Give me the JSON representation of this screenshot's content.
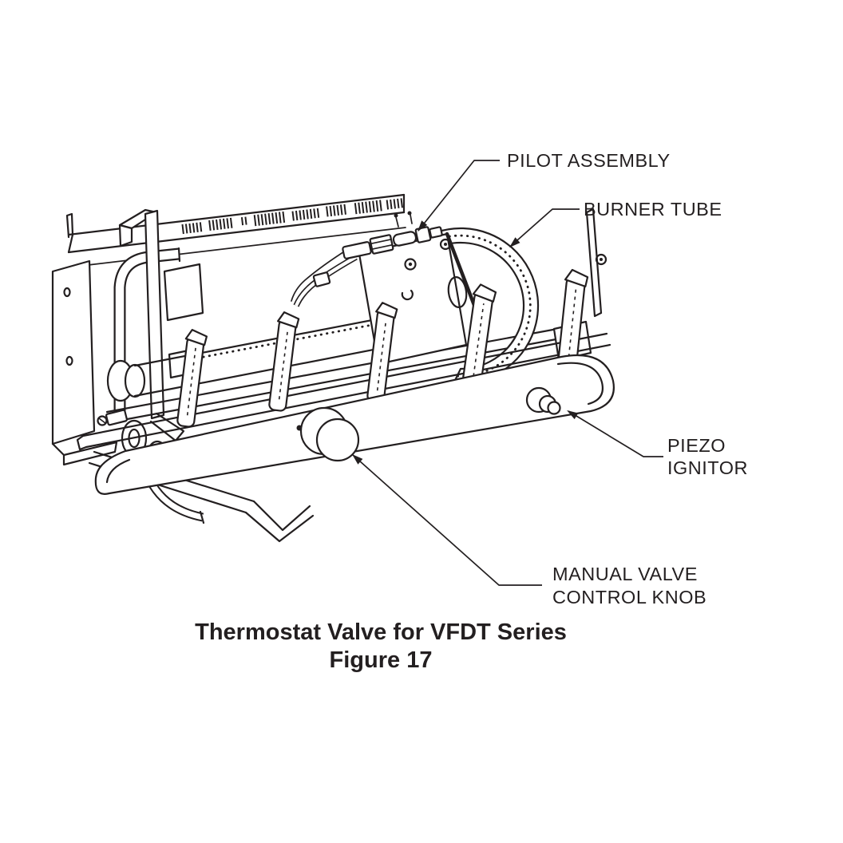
{
  "diagram": {
    "labels": {
      "pilot_assembly": "PILOT ASSEMBLY",
      "burner_tube": "BURNER TUBE",
      "piezo_ignitor_line1": "PIEZO",
      "piezo_ignitor_line2": "IGNITOR",
      "manual_valve_line1": "MANUAL VALVE",
      "manual_valve_line2": "CONTROL KNOB"
    },
    "caption": {
      "title": "Thermostat Valve for VFDT Series",
      "figure_number": "Figure 17"
    },
    "colors": {
      "line_color": "#231f20",
      "background": "#ffffff"
    }
  }
}
